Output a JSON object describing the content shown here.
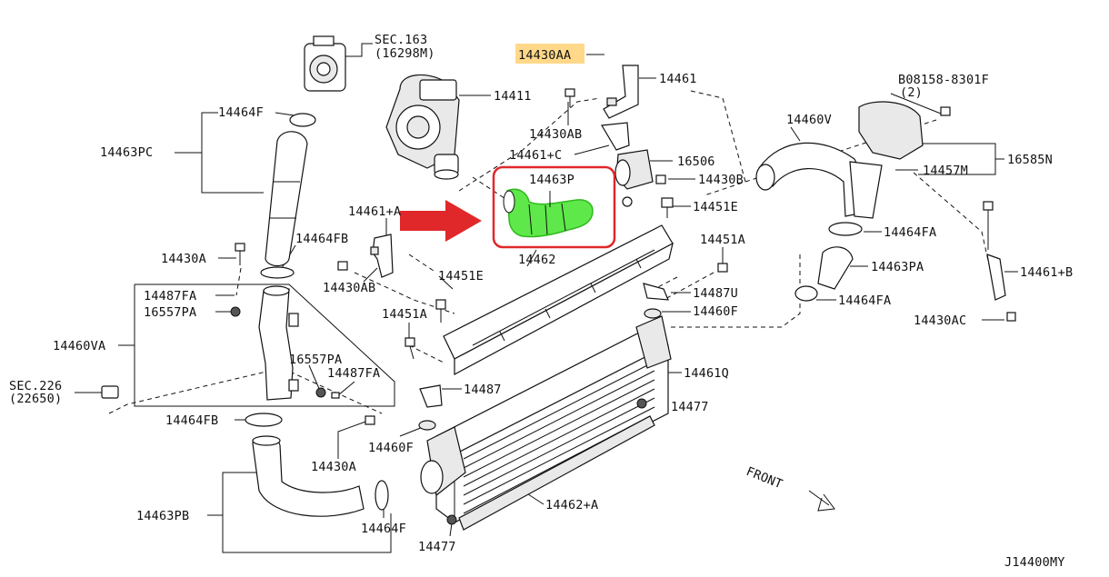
{
  "labels": {
    "sec163_a": "SEC.163",
    "sec163_b": "(16298M)",
    "p14430AA": "14430AA",
    "p14461": "14461",
    "p14411": "14411",
    "p08158_a": "B08158-8301F",
    "p08158_b": "(2)",
    "p14464F_top": "14464F",
    "p14460V": "14460V",
    "p14430AB_top": "14430AB",
    "p14463PC": "14463PC",
    "p14461C": "14461+C",
    "p16506": "16506",
    "p16585N": "16585N",
    "p14457M": "14457M",
    "p14463P": "14463P",
    "p14430B": "14430B",
    "p14461A": "14461+A",
    "p14451E_top": "14451E",
    "p14464FA_top": "14464FA",
    "p14464FB_top": "14464FB",
    "p14451A_right": "14451A",
    "p14430A_left": "14430A",
    "p14462": "14462",
    "p14463PA": "14463PA",
    "p14461B": "14461+B",
    "p14430AB_mid": "14430AB",
    "p14451E_mid": "14451E",
    "p14487FA_top": "14487FA",
    "p14487U": "14487U",
    "p14464FA_bottom": "14464FA",
    "p16557PA_top": "16557PA",
    "p14451A_mid": "14451A",
    "p14460F_right": "14460F",
    "p14430AC": "14430AC",
    "p14460VA": "14460VA",
    "p16557PA_bottom": "16557PA",
    "p14487FA_bottom": "14487FA",
    "p14461Q": "14461Q",
    "sec226_a": "SEC.226",
    "sec226_b": "(22650)",
    "p14487": "14487",
    "p14477_right": "14477",
    "p14464FB_bottom": "14464FB",
    "p14460F_bottom": "14460F",
    "p14430A_bottom": "14430A",
    "front": "FRONT",
    "p14463PB": "14463PB",
    "p14462A": "14462+A",
    "p14464F_bottom": "14464F",
    "p14477_bottom": "14477",
    "diagram_id": "J14400MY"
  },
  "colors": {
    "highlight_fill": "#ffd88a",
    "hose_green": "#5ee84a",
    "hose_green_dark": "#2fb81e",
    "callout_red": "#e0282a"
  },
  "icons": {
    "arrow": "red-arrow-icon",
    "front": "front-arrow-icon"
  }
}
